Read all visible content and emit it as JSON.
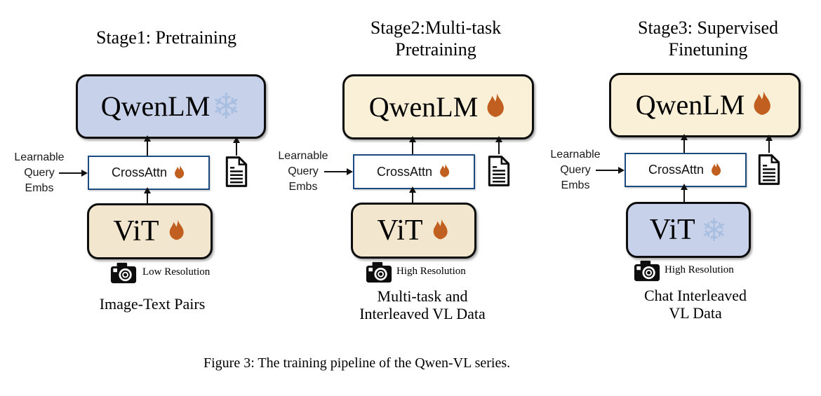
{
  "figure_caption": "Figure 3: The training pipeline of the Qwen-VL series.",
  "shared": {
    "learnable": [
      "Learnable",
      "Query",
      "Embs"
    ]
  },
  "icons": {
    "snowflake_glyph": "❄"
  },
  "colors": {
    "frozen_fill": "#c7d1e9",
    "llm_trained_fill": "#faf0d7",
    "vit_trained_fill": "#f2e7ce",
    "adapter_border": "#1a4a80",
    "flame": "#c05f1f",
    "snowflake": "#a9bfe2"
  },
  "stages": [
    {
      "title_lines": [
        "Stage1: Pretraining"
      ],
      "llm": {
        "label": "QwenLM",
        "state": "frozen",
        "icon": "snowflake-icon"
      },
      "adapter": {
        "label": "CrossAttn",
        "state": "trained",
        "icon": "flame-icon"
      },
      "vision": {
        "label": "ViT",
        "state": "trained",
        "icon": "flame-icon"
      },
      "resolution": "Low Resolution",
      "data_lines": [
        "Image-Text Pairs"
      ]
    },
    {
      "title_lines": [
        "Stage2:Multi-task",
        "Pretraining"
      ],
      "llm": {
        "label": "QwenLM",
        "state": "trained",
        "icon": "flame-icon"
      },
      "adapter": {
        "label": "CrossAttn",
        "state": "trained",
        "icon": "flame-icon"
      },
      "vision": {
        "label": "ViT",
        "state": "trained",
        "icon": "flame-icon"
      },
      "resolution": "High Resolution",
      "data_lines": [
        "Multi-task and",
        "Interleaved VL Data"
      ]
    },
    {
      "title_lines": [
        "Stage3: Supervised",
        "Finetuning"
      ],
      "llm": {
        "label": "QwenLM",
        "state": "trained",
        "icon": "flame-icon"
      },
      "adapter": {
        "label": "CrossAttn",
        "state": "trained",
        "icon": "flame-icon"
      },
      "vision": {
        "label": "ViT",
        "state": "frozen",
        "icon": "snowflake-icon"
      },
      "resolution": "High Resolution",
      "data_lines": [
        "Chat Interleaved",
        "VL Data"
      ]
    }
  ]
}
